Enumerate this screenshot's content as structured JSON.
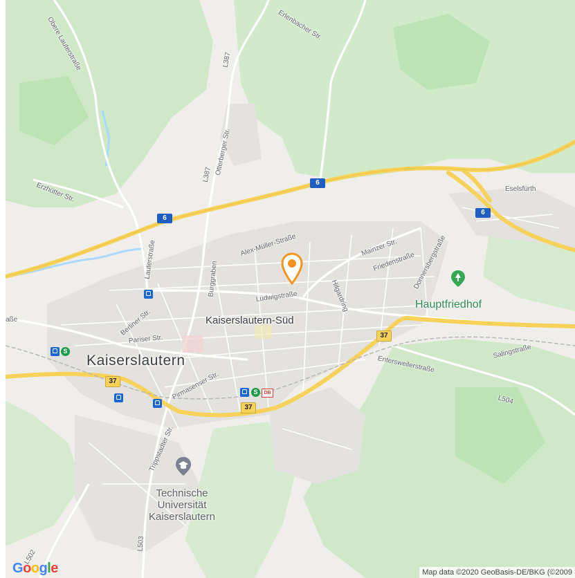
{
  "map": {
    "place_labels": {
      "city": "Kaiserslautern",
      "district": "Kaiserslautern-Süd",
      "cemetery": "Hauptfriedhof",
      "university_line1": "Technische",
      "university_line2": "Universität",
      "university_line3": "Kaiserslautern",
      "eselsfurth": "Eselsfürth"
    },
    "street_labels": {
      "obere_lauterstrasse": "Obere Lauterstraße",
      "erlenbacher": "Erlenbacher Str.",
      "l387_top": "L387",
      "otterberger": "Otterberger Str.",
      "l387_mid": "L387",
      "erzhuetter": "Erzhütter Str.",
      "lauterstrasse": "Lauterstraße",
      "burggraben": "Burggraben",
      "alex_mueller": "Alex-Müller-Straße",
      "mainzer": "Mainzer Str.",
      "friedenstrasse": "Friedenstraße",
      "donnersberg": "Donnersbergstraße",
      "ludwigstrasse": "Ludwigstraße",
      "hilgardring": "Hilgardring",
      "berliner": "Berliner Str.",
      "pariser": "Pariser Str.",
      "strasse_edge": "aße",
      "pirmasenser": "Pirmasenser Str.",
      "salingstrasse": "Salingstraße",
      "entersweiler": "Entersweilerstraße",
      "l504": "L504",
      "trippstadter": "Trippstadter Str.",
      "l503": "L503",
      "l502": "L502"
    },
    "route_shields": {
      "a6_1": "6",
      "a6_2": "6",
      "a6_3": "6",
      "b37_1": "37",
      "b37_2": "37",
      "b37_3": "37"
    },
    "transit": {
      "sbahn_letter": "S",
      "db_letters": "DB"
    },
    "footer": {
      "logo_letters": [
        "G",
        "o",
        "o",
        "g",
        "l",
        "e"
      ],
      "logo_colors": [
        "#4285F4",
        "#EA4335",
        "#FBBC05",
        "#4285F4",
        "#34A853",
        "#EA4335"
      ],
      "copyright": "Map data ©2020 GeoBasis-DE/BKG (©2009"
    },
    "colors": {
      "land": "#efeeea",
      "urban": "#e6e4e0",
      "forest": "#cfe9c8",
      "water": "#aadaff",
      "highway": "#f6d25b",
      "marker": "#f29422"
    }
  }
}
